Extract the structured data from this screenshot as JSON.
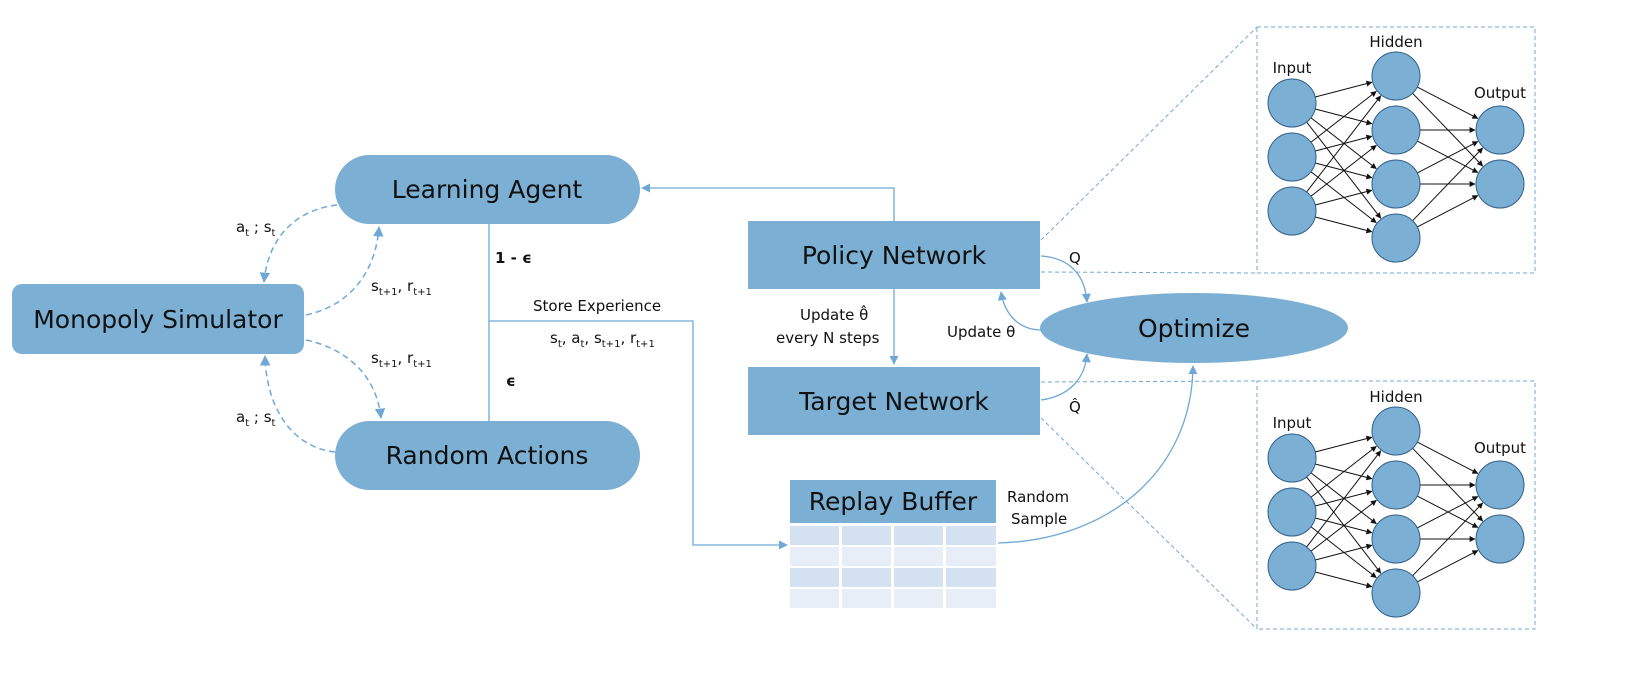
{
  "nodes": {
    "monopoly_simulator": "Monopoly Simulator",
    "learning_agent": "Learning Agent",
    "random_actions": "Random Actions",
    "policy_network": "Policy Network",
    "target_network": "Target Network",
    "optimize": "Optimize",
    "replay_buffer": "Replay Buffer"
  },
  "labels": {
    "one_minus_eps": "1 - ϵ",
    "eps": "ϵ",
    "store_experience": "Store Experience",
    "update_line1": "Update",
    "update_theta_hat": "θ̂",
    "update_line2": "every N steps",
    "update_theta": "Update θ",
    "q": "Q",
    "q_hat": "Q̂",
    "random": "Random",
    "sample": "Sample"
  },
  "neural_net": {
    "input": "Input",
    "hidden": "Hidden",
    "output": "Output"
  },
  "colors": {
    "node_fill": "#7bafd4",
    "line": "#6fa8d6",
    "buffer_row": "#d4e1f1",
    "neuron_stroke": "#2f5f88"
  }
}
